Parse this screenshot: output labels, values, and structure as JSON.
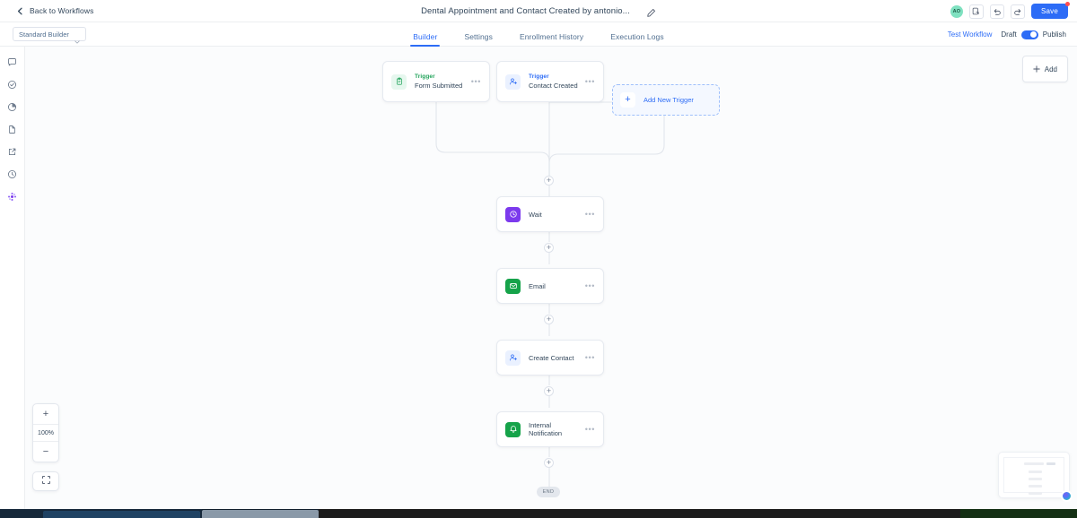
{
  "topbar": {
    "back_label": "Back to Workflows",
    "back_icon": "chevron-left-icon",
    "title": "Dental Appointment and Contact Created by antonio...",
    "edit_icon": "pencil-icon",
    "avatar_initials": "AO",
    "clone_icon": "duplicate-icon",
    "undo_icon": "undo-icon",
    "redo_icon": "redo-icon",
    "save_label": "Save"
  },
  "tabbar": {
    "builder_select_value": "Standard Builder",
    "caret_icon": "chevron-down-icon",
    "tabs": [
      {
        "label": "Builder",
        "active": true
      },
      {
        "label": "Settings",
        "active": false
      },
      {
        "label": "Enrollment History",
        "active": false
      },
      {
        "label": "Execution Logs",
        "active": false
      }
    ],
    "test_workflow_label": "Test Workflow",
    "draft_label": "Draft",
    "publish_label": "Publish",
    "toggle_state": "on"
  },
  "rail": {
    "items": [
      {
        "icon": "chat-bubble-icon"
      },
      {
        "icon": "check-circle-icon"
      },
      {
        "icon": "pie-chart-icon"
      },
      {
        "icon": "document-icon"
      },
      {
        "icon": "external-link-icon"
      },
      {
        "icon": "clock-history-icon"
      },
      {
        "icon": "ai-sparkle-icon"
      }
    ]
  },
  "canvas": {
    "add_button_label": "Add",
    "add_button_icon": "plus-icon",
    "triggers": [
      {
        "kicker": "Trigger",
        "title": "Form Submitted",
        "icon": "clipboard-icon",
        "accent": "green",
        "menu_icon": "more-horizontal-icon"
      },
      {
        "kicker": "Trigger",
        "title": "Contact Created",
        "icon": "person-add-icon",
        "accent": "blue",
        "menu_icon": "more-horizontal-icon"
      }
    ],
    "add_new_trigger": {
      "label": "Add New Trigger",
      "icon": "plus-icon"
    },
    "actions": [
      {
        "label": "Wait",
        "icon": "clock-icon",
        "accent": "#7c3aed",
        "menu_icon": "more-horizontal-icon"
      },
      {
        "label": "Email",
        "icon": "envelope-icon",
        "accent": "#16a34a",
        "menu_icon": "more-horizontal-icon"
      },
      {
        "label": "Create Contact",
        "icon": "person-add-icon",
        "accent": "#2d6cf6",
        "menu_icon": "more-horizontal-icon"
      },
      {
        "label": "Internal Notification",
        "icon": "bell-icon",
        "accent": "#16a34a",
        "menu_icon": "more-horizontal-icon"
      }
    ],
    "connector_plus_icon": "plus-icon",
    "end_label": "END"
  },
  "zoom_controls": {
    "zoom_in_icon": "plus-icon",
    "level": "100%",
    "zoom_out_icon": "minus-icon",
    "fit_icon": "fit-to-screen-icon"
  },
  "minimap": {
    "name": "minimap",
    "badge_icon": "assistant-orb-icon"
  },
  "colors": {
    "accent_blue": "#2d6cf6",
    "accent_green": "#21a35a",
    "accent_purple": "#7c3aed",
    "text_primary": "#33475b",
    "text_muted": "#516f90",
    "canvas_bg": "#fbfcfd"
  }
}
